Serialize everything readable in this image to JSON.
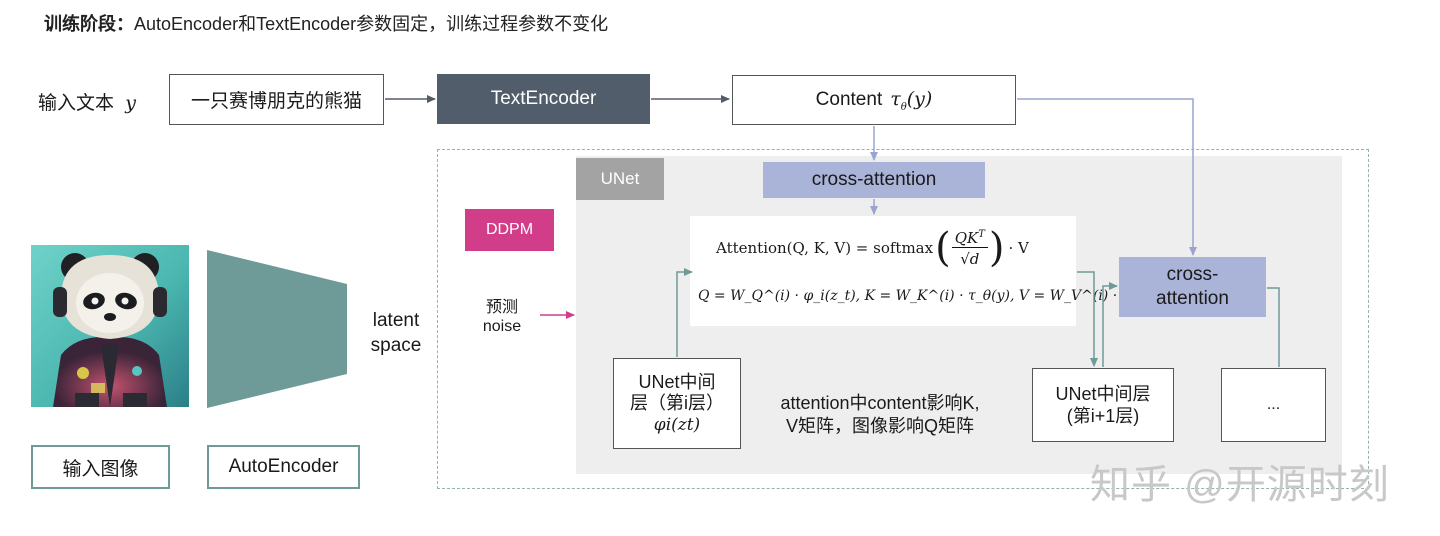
{
  "heading": {
    "bold": "训练阶段：",
    "rest": "AutoEncoder和TextEncoder参数固定，训练过程参数不变化"
  },
  "input_text_label": "输入文本",
  "input_text_symbol": "y",
  "prompt_box": "一只赛博朋克的熊猫",
  "text_encoder": "TextEncoder",
  "content_box": {
    "label": "Content",
    "symbol": "τ",
    "sub": "θ",
    "arg": "(y)"
  },
  "unet_tag": "UNet",
  "ddpm_tag": "DDPM",
  "cross_attention_top": "cross-attention",
  "cross_attention_right": {
    "line1": "cross-",
    "line2": "attention"
  },
  "formula_attention": {
    "lhs": "Attention(Q, K, V) = softmax",
    "num": "QK",
    "num_sup": "T",
    "den": "√d",
    "tail": "· V"
  },
  "formula_qkv": "Q = W_Q^(i) · φ_i(z_t), K = W_K^(i) · τ_θ(y), V = W_V^(i) · τ_θ(y)",
  "predict_noise": {
    "line1": "预测",
    "line2": "noise"
  },
  "latent_space": {
    "line1": "latent",
    "line2": "space"
  },
  "unet_mid_i": {
    "line1": "UNet中间",
    "line2": "层（第i层）",
    "line3": "φi(zt)"
  },
  "unet_mid_i1": {
    "line1": "UNet中间层",
    "line2": "(第i+1层)"
  },
  "ellipsis_box": "...",
  "attention_note": {
    "line1": "attention中content影响K,",
    "line2": "V矩阵，图像影响Q矩阵"
  },
  "input_image_label": "输入图像",
  "autoencoder_label": "AutoEncoder",
  "watermark": "知乎 @开源时刻",
  "colors": {
    "text_encoder_bg": "#525d6b",
    "cross_attention_bg": "#aab3d8",
    "ddpm_bg": "#d23d8a",
    "unet_tag_bg": "#a3a3a3",
    "unet_region_bg": "#eeeeee",
    "encoder_teal": "#6e9a97",
    "dashed_border": "#8fb5af"
  }
}
